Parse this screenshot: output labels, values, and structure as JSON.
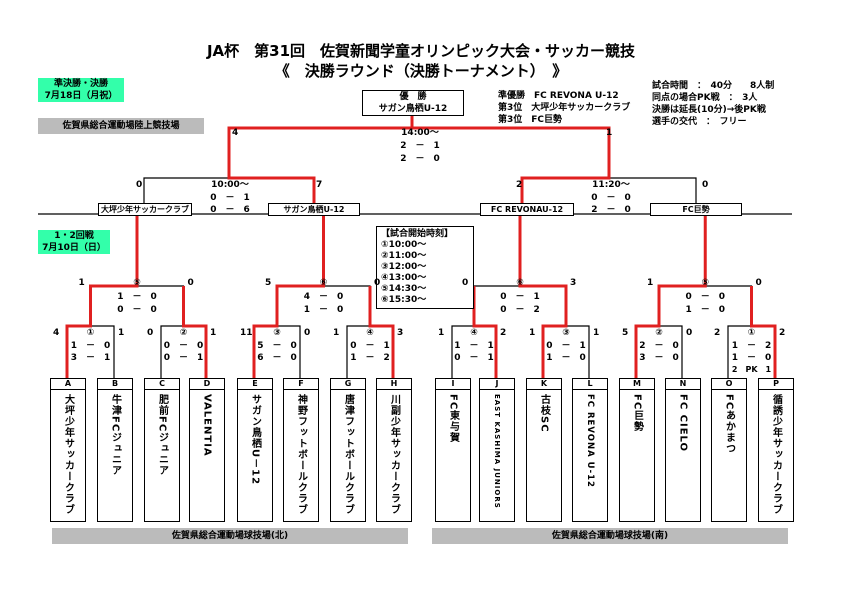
{
  "header": {
    "title": "JA杯　第31回　佐賀新聞学童オリンピック大会・サッカー競技",
    "subtitle": "《　決勝ラウンド（決勝トーナメント）　》"
  },
  "final_round": {
    "label": "準決勝・決勝",
    "date": "7月18日（月祝）",
    "venue": "佐賀県総合運動場陸上競技場"
  },
  "early_round": {
    "label": "1・2回戦",
    "date": "7月10日（日）"
  },
  "champion": {
    "heading": "優　勝",
    "team": "サガン鳥栖U-12"
  },
  "results": {
    "runner_up": "準優勝　FC REVONA U-12",
    "third_1": "第3位　大坪少年サッカークラブ",
    "third_2": "第3位　FC巨勢"
  },
  "rules": [
    "試合時間　：　40分　　8人制",
    "同点の場合PK戦　：　3人",
    "決勝は延長(10分)→後PK戦",
    "選手の交代　：　フリー"
  ],
  "kickoff": {
    "heading": "【試合開始時刻】",
    "times": [
      "①10:00～",
      "②11:00～",
      "③12:00～",
      "④13:00～",
      "⑤14:30～",
      "⑥15:30～"
    ]
  },
  "final": {
    "time": "14:00～",
    "h1": "2　－　1",
    "h2": "2　－　0",
    "left": "4",
    "right": "1"
  },
  "semi_left": {
    "time": "10:00～",
    "h1": "0　－　1",
    "h2": "0　－　6",
    "left": "0",
    "right": "7",
    "team_left": "大坪少年サッカークラブ",
    "team_right": "サガン鳥栖U-12"
  },
  "semi_right": {
    "time": "11:20～",
    "h1": "0　－　0",
    "h2": "2　－　0",
    "left": "2",
    "right": "0",
    "team_left": "FC REVONAU-12",
    "team_right": "FC巨勢"
  },
  "r2": [
    {
      "num": "⑤",
      "h1": "1　－　0",
      "h2": "0　－　0",
      "left": "1",
      "right": "0"
    },
    {
      "num": "⑥",
      "h1": "4　－　0",
      "h2": "1　－　0",
      "left": "5",
      "right": "0"
    },
    {
      "num": "⑥",
      "h1": "0　－　1",
      "h2": "0　－　2",
      "left": "0",
      "right": "3"
    },
    {
      "num": "⑤",
      "h1": "0　－　0",
      "h2": "1　－　0",
      "left": "1",
      "right": "0"
    }
  ],
  "r1": [
    {
      "num": "①",
      "h1": "1　－　0",
      "h2": "3　－　1",
      "h3": "",
      "left": "4",
      "right": "1"
    },
    {
      "num": "②",
      "h1": "0　－　0",
      "h2": "0　－　1",
      "h3": "",
      "left": "0",
      "right": "1"
    },
    {
      "num": "③",
      "h1": "5　－　0",
      "h2": "6　－　0",
      "h3": "",
      "left": "11",
      "right": "0"
    },
    {
      "num": "④",
      "h1": "0　－　1",
      "h2": "1　－　2",
      "h3": "",
      "left": "1",
      "right": "3"
    },
    {
      "num": "④",
      "h1": "1　－　1",
      "h2": "0　－　1",
      "h3": "",
      "left": "1",
      "right": "2"
    },
    {
      "num": "③",
      "h1": "0　－　1",
      "h2": "1　－　0",
      "h3": "",
      "left": "1",
      "right": "1"
    },
    {
      "num": "②",
      "h1": "2　－　0",
      "h2": "3　－　0",
      "h3": "",
      "left": "5",
      "right": "0"
    },
    {
      "num": "①",
      "h1": "1　－　2",
      "h2": "1　－　0",
      "h3": "2　PK　1",
      "left": "2",
      "right": "2"
    }
  ],
  "teams": [
    {
      "letter": "A",
      "name": "大坪少年サッカークラブ"
    },
    {
      "letter": "B",
      "name": "牛津FCジュニア"
    },
    {
      "letter": "C",
      "name": "肥前FCジュニア"
    },
    {
      "letter": "D",
      "name": "VALENTIA"
    },
    {
      "letter": "E",
      "name": "サガン鳥栖U－12"
    },
    {
      "letter": "F",
      "name": "神野フットボールクラブ"
    },
    {
      "letter": "G",
      "name": "唐津フットボールクラブ"
    },
    {
      "letter": "H",
      "name": "川副少年サッカークラブ"
    },
    {
      "letter": "I",
      "name": "FC東与賀"
    },
    {
      "letter": "J",
      "name": "EAST KASHIMA JUNIORS"
    },
    {
      "letter": "K",
      "name": "古枝SC"
    },
    {
      "letter": "L",
      "name": "FC REVONA U-12"
    },
    {
      "letter": "M",
      "name": "FC巨勢"
    },
    {
      "letter": "N",
      "name": "FC CIELO"
    },
    {
      "letter": "O",
      "name": "FCあかまつ"
    },
    {
      "letter": "P",
      "name": "循誘少年サッカークラブ"
    }
  ],
  "venues": {
    "north": "佐賀県総合運動場球技場(北)",
    "south": "佐賀県総合運動場球技場(南)"
  },
  "colors": {
    "win": "#e02020",
    "line": "#000000",
    "green": "#33ffaa",
    "gray": "#bbbbbb"
  }
}
